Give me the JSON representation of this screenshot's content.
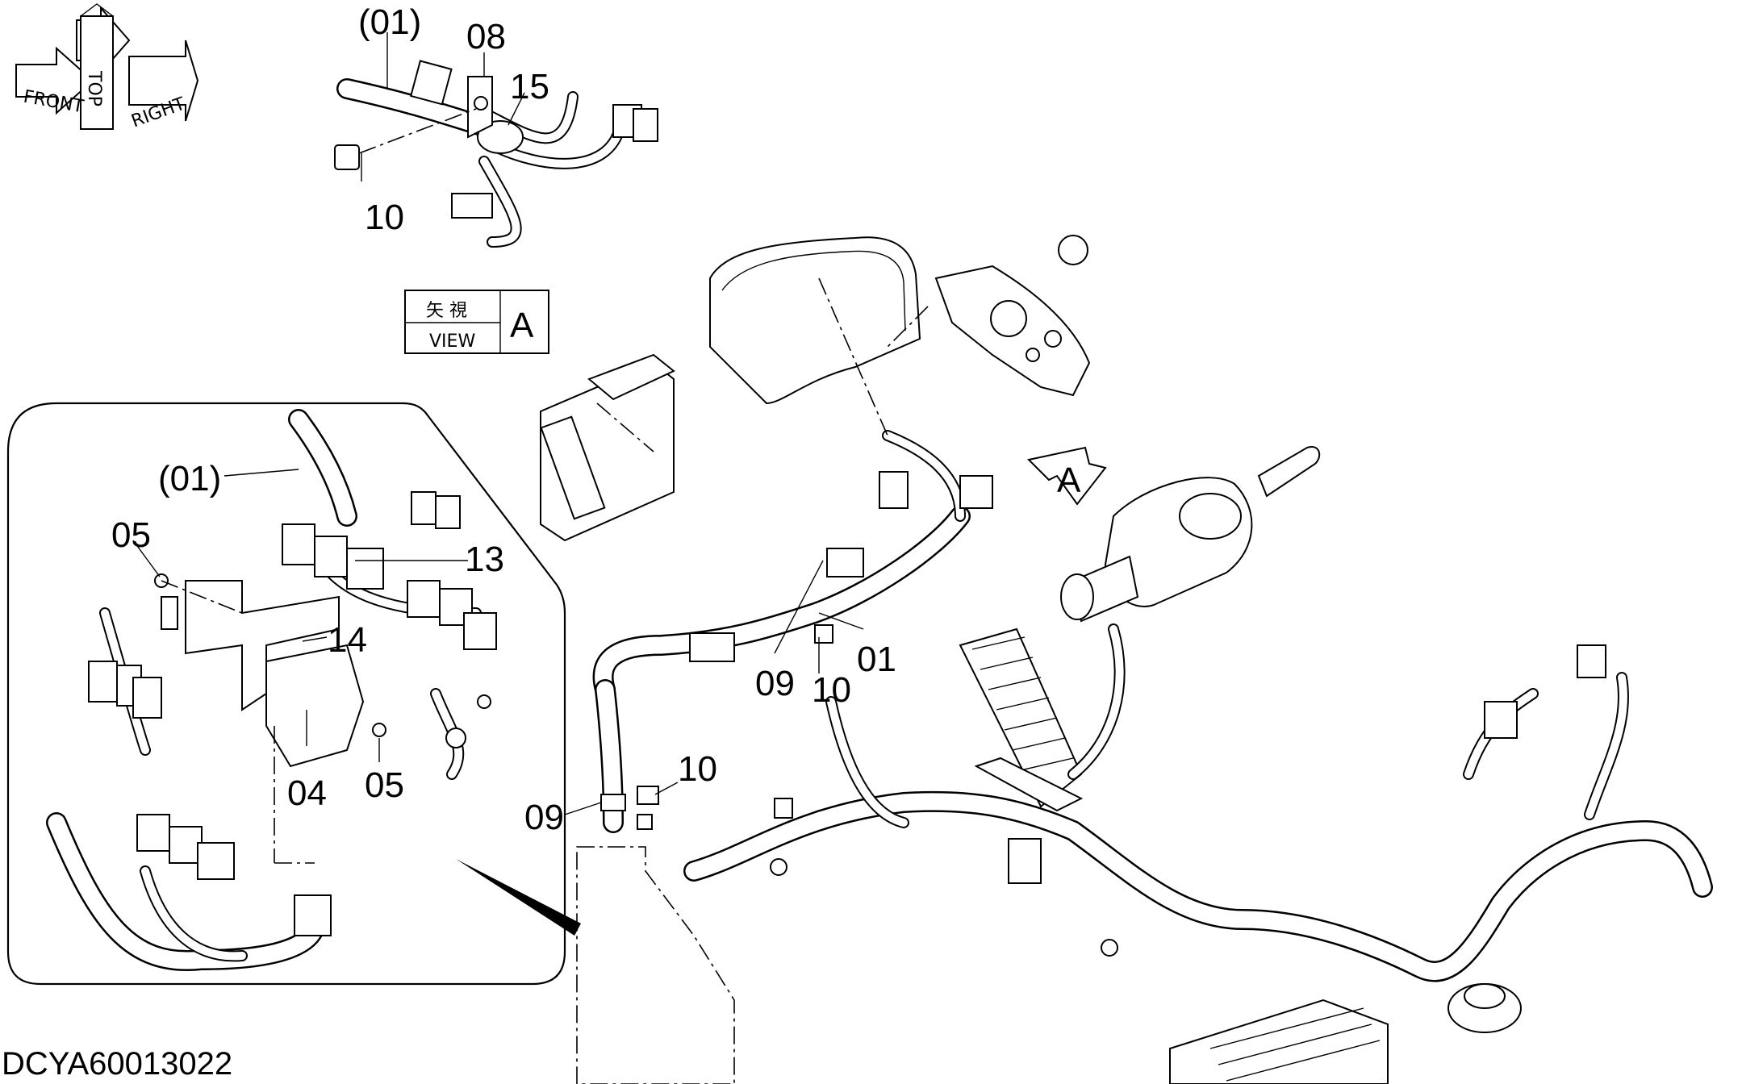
{
  "drawing_code": "DCYA60013022",
  "orientation": {
    "front": "FRONT",
    "top": "TOP",
    "right": "RIGHT"
  },
  "view_box": {
    "kanji": "矢 視",
    "view": "VIEW",
    "letter": "A"
  },
  "view_arrow_letter": "A",
  "callouts": {
    "top_01": "(01)",
    "top_08": "08",
    "top_15": "15",
    "top_10": "10",
    "detail_01": "(01)",
    "detail_05a": "05",
    "detail_13": "13",
    "detail_14": "14",
    "detail_04": "04",
    "detail_05b": "05",
    "main_09a": "09",
    "main_10a": "10",
    "main_01": "01",
    "main_10b": "10",
    "main_09b": "09"
  }
}
